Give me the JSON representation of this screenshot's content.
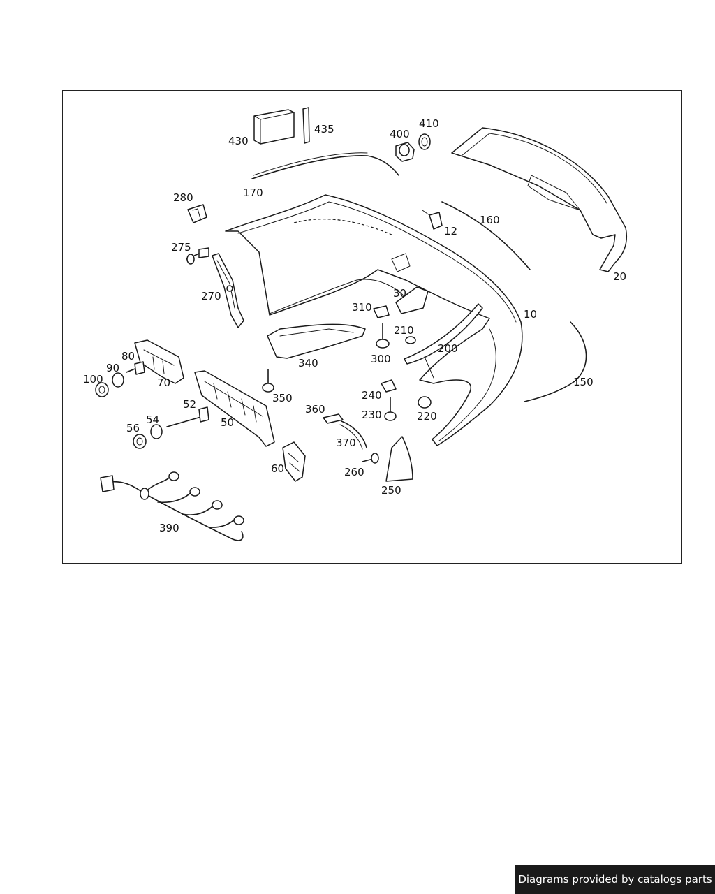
{
  "diagram": {
    "labels": {
      "p10": "10",
      "p12": "12",
      "p20": "20",
      "p30": "30",
      "p50": "50",
      "p52": "52",
      "p54": "54",
      "p56": "56",
      "p60": "60",
      "p70": "70",
      "p80": "80",
      "p90": "90",
      "p100": "100",
      "p150": "150",
      "p160": "160",
      "p170": "170",
      "p200": "200",
      "p210": "210",
      "p220": "220",
      "p230": "230",
      "p240": "240",
      "p250": "250",
      "p260": "260",
      "p270": "270",
      "p275": "275",
      "p280": "280",
      "p300": "300",
      "p310": "310",
      "p340": "340",
      "p350": "350",
      "p360": "360",
      "p370": "370",
      "p390": "390",
      "p400": "400",
      "p410": "410",
      "p430": "430",
      "p435": "435"
    }
  },
  "footer": {
    "credit": "Diagrams provided by catalogs parts"
  }
}
